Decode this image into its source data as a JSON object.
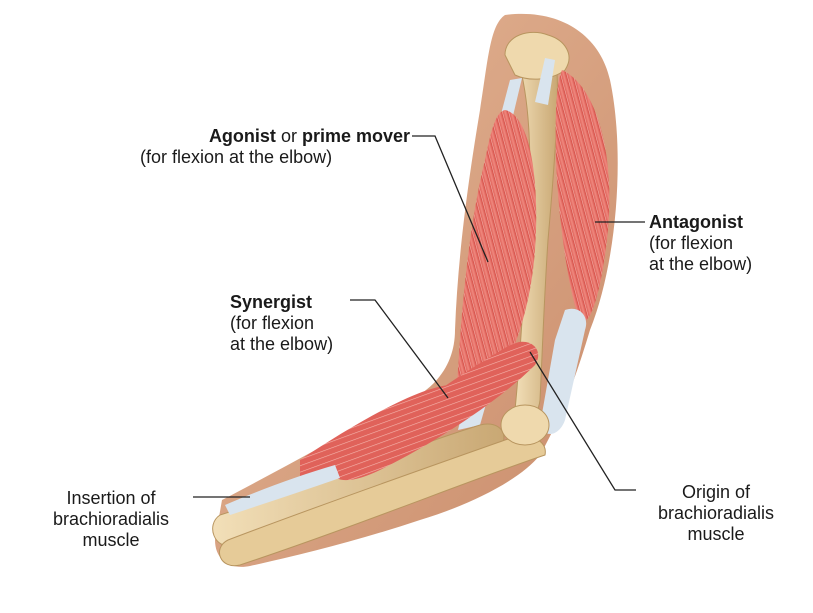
{
  "labels": {
    "agonist": {
      "term": "Agonist",
      "connector": " or ",
      "term2": "prime mover",
      "note": "(for flexion at the elbow)"
    },
    "synergist": {
      "term": "Synergist",
      "line2": "(for flexion",
      "line3": "at the elbow)"
    },
    "antagonist": {
      "term": "Antagonist",
      "line2": "(for flexion",
      "line3": "at the elbow)"
    },
    "insertion": {
      "line1": "Insertion of",
      "line2": "brachioradialis",
      "line3": "muscle"
    },
    "origin": {
      "line1": "Origin of",
      "line2": "brachioradialis",
      "line3": "muscle"
    }
  },
  "colors": {
    "skin": "#d8a585",
    "skin_shadow": "#c48a6a",
    "muscle": "#e0645c",
    "muscle_light": "#f08a80",
    "muscle_stripe": "#f3b0a8",
    "tendon": "#d9e4ee",
    "bone": "#e8cfa2",
    "bone_shadow": "#c9a874",
    "leader": "#222222"
  }
}
